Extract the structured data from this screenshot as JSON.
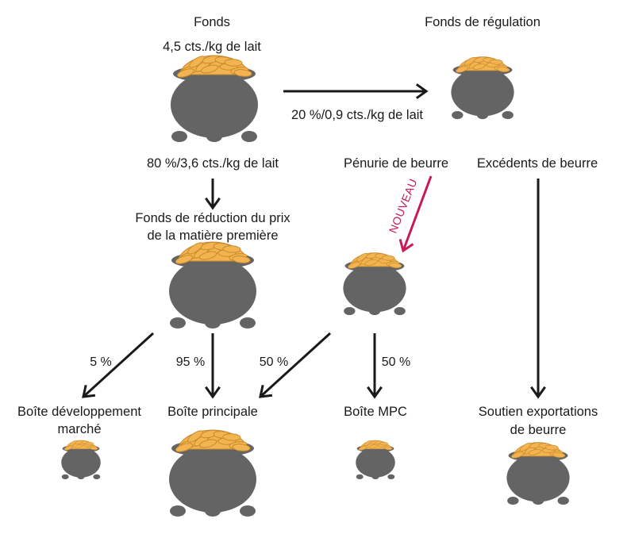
{
  "colors": {
    "pot": "#646464",
    "coin": "#f2b350",
    "coin_edge": "#c88a2c",
    "arrow": "#1a1a1a",
    "new_arrow": "#c8195a"
  },
  "icons": [
    "gold-pot-icon",
    "arrow-icon"
  ],
  "labels": {
    "fonds": "Fonds",
    "fonds_amount": "4,5 cts./kg de lait",
    "fonds_regulation": "Fonds de régulation",
    "regulation_share": "20 %/0,9 cts./kg de lait",
    "reduction_share": "80 %/3,6 cts./kg de lait",
    "penurie": "Pénurie de beurre",
    "excedents": "Excédents de beurre",
    "reduction_fund_line1": "Fonds de réduction du prix",
    "reduction_fund_line2": "de la matière première",
    "nouveau": "NOUVEAU",
    "pct_5": "5 %",
    "pct_95": "95 %",
    "pct_50_left": "50 %",
    "pct_50_right": "50 %",
    "box_dev_line1": "Boîte développement",
    "box_dev_line2": "marché",
    "box_main": "Boîte principale",
    "box_mpc": "Boîte MPC",
    "export_line1": "Soutien exportations",
    "export_line2": "de beurre"
  }
}
